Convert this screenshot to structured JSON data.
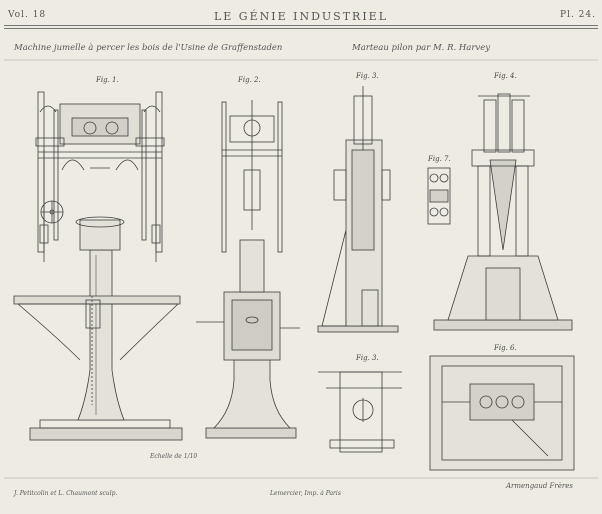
{
  "header": {
    "volume": "Vol. 18",
    "title": "LE GÉNIE INDUSTRIEL",
    "plate": "Pl. 24."
  },
  "subtitles": {
    "left": "Machine jumelle à percer les bois de l'Usine de Graffenstaden",
    "right": "Marteau pilon par M. R. Harvey"
  },
  "figures": {
    "fig1": "Fig. 1.",
    "fig2": "Fig. 2.",
    "fig3a": "Fig. 3.",
    "fig4": "Fig. 4.",
    "fig7": "Fig. 7.",
    "fig3b": "Fig. 3.",
    "fig6": "Fig. 6."
  },
  "scale_note": "Echelle de 1/10",
  "footer": {
    "engravers": "J. Petitcolin et L. Chaumont sculp.",
    "printer": "Lemercier, Imp. à Paris",
    "publisher": "Armengaud Frères"
  }
}
